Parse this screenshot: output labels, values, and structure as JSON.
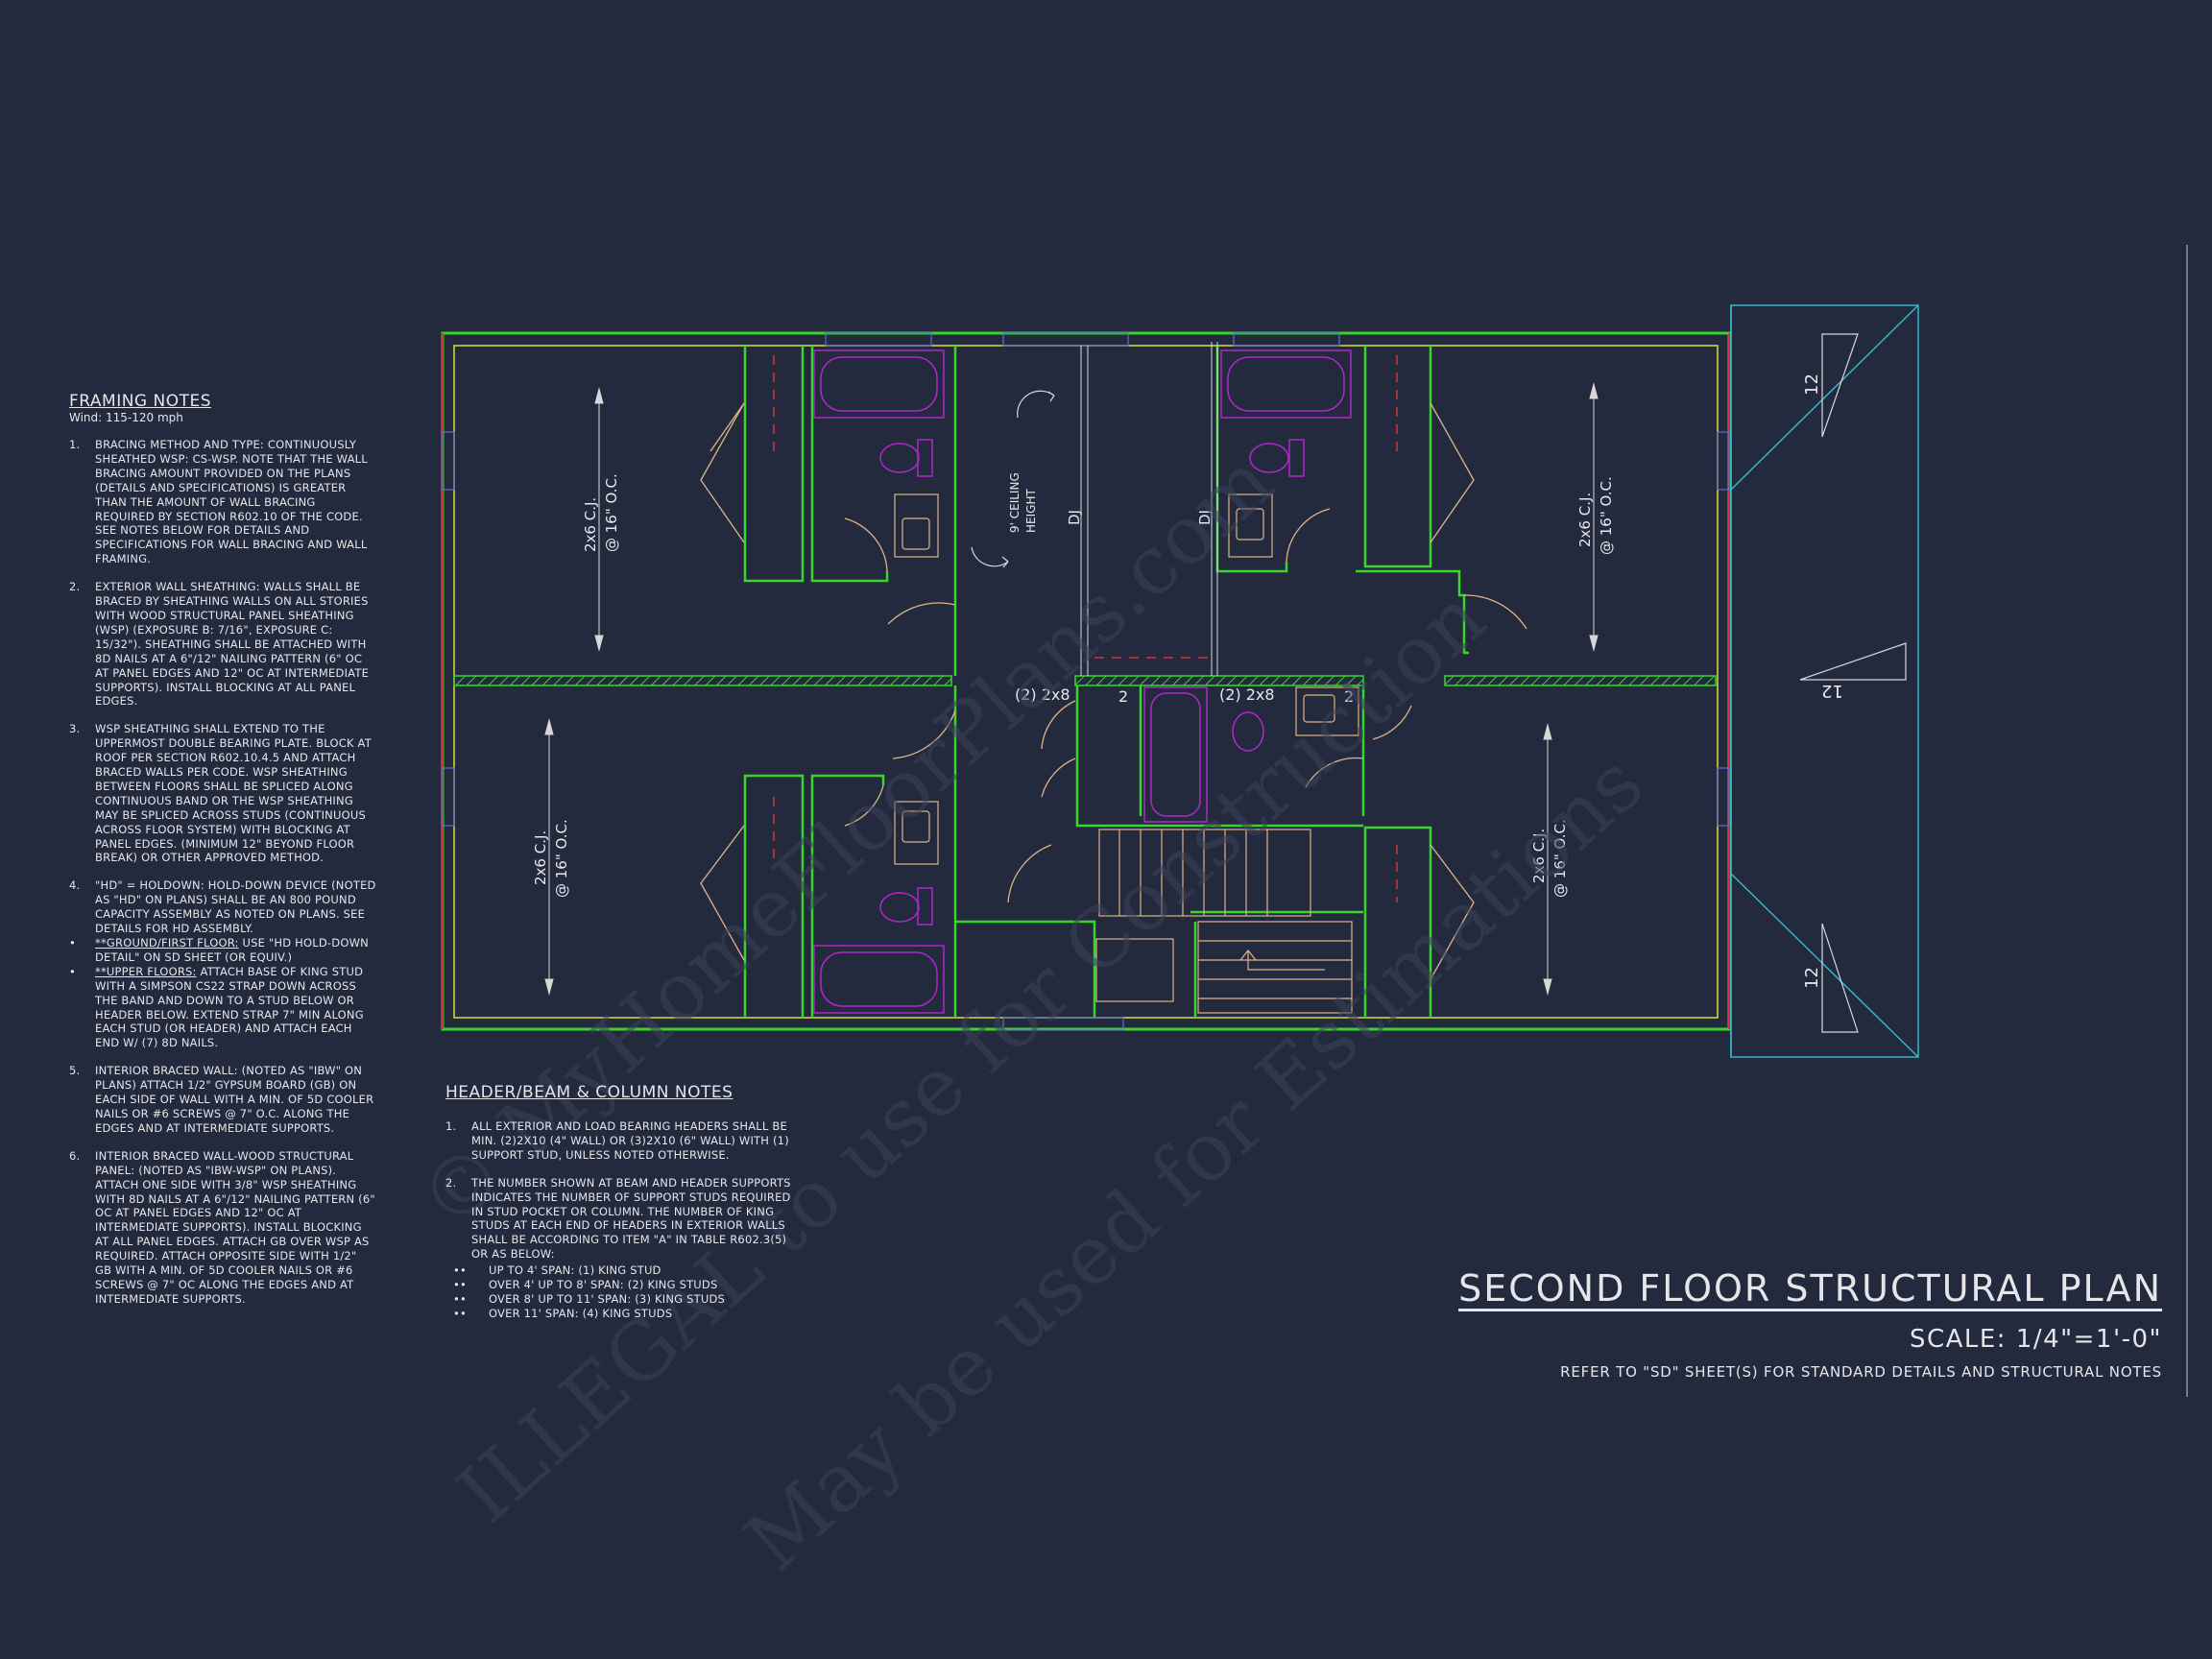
{
  "framing_notes": {
    "title": "FRAMING NOTES",
    "wind": "Wind: 115-120 mph",
    "items": [
      {
        "num": "1.",
        "text": "BRACING METHOD AND TYPE: CONTINUOUSLY SHEATHED WSP: CS-WSP. NOTE THAT THE WALL BRACING AMOUNT PROVIDED ON THE PLANS (DETAILS AND SPECIFICATIONS) IS GREATER THAN THE AMOUNT OF WALL BRACING REQUIRED BY SECTION R602.10 OF THE CODE. SEE NOTES BELOW FOR DETAILS AND SPECIFICATIONS FOR WALL BRACING AND WALL FRAMING."
      },
      {
        "num": "2.",
        "text": "EXTERIOR WALL SHEATHING: WALLS SHALL BE BRACED BY SHEATHING WALLS ON ALL STORIES WITH WOOD STRUCTURAL PANEL SHEATHING (WSP) (EXPOSURE B: 7/16\", EXPOSURE C: 15/32\"). SHEATHING SHALL BE ATTACHED WITH 8d NAILS AT A 6\"/12\" NAILING PATTERN (6\" OC AT PANEL EDGES AND 12\" OC AT INTERMEDIATE SUPPORTS). INSTALL BLOCKING AT ALL PANEL EDGES."
      },
      {
        "num": "3.",
        "text": "WSP SHEATHING SHALL EXTEND TO THE UPPERMOST DOUBLE BEARING PLATE. BLOCK AT ROOF PER SECTION R602.10.4.5 AND ATTACH BRACED WALLS PER CODE. WSP SHEATHING BETWEEN FLOORS SHALL BE SPLICED ALONG CONTINUOUS BAND OR THE WSP SHEATHING MAY BE SPLICED ACROSS STUDS (CONTINUOUS ACROSS FLOOR SYSTEM) WITH BLOCKING AT PANEL EDGES. (MINIMUM 12\" BEYOND FLOOR BREAK) OR OTHER APPROVED METHOD."
      },
      {
        "num": "4.",
        "text": "\"HD\" = HOLDOWN: HOLD-DOWN DEVICE (NOTED AS \"HD\" ON PLANS) SHALL BE AN 800 POUND CAPACITY ASSEMBLY AS NOTED ON PLANS. SEE DETAILS FOR HD ASSEMBLY."
      }
    ],
    "bullets": [
      {
        "label": "**GROUND/FIRST FLOOR:",
        "text": " USE \"HD HOLD-DOWN DETAIL\" ON SD SHEET (OR EQUIV.)"
      },
      {
        "label": "**UPPER FLOORS:",
        "text": " ATTACH BASE OF KING STUD WITH A SIMPSON CS22 STRAP DOWN ACROSS THE BAND AND DOWN TO A STUD BELOW OR HEADER BELOW. EXTEND STRAP 7\" MIN ALONG EACH STUD (OR HEADER) AND ATTACH EACH END W/ (7) 8d NAILS."
      }
    ],
    "items2": [
      {
        "num": "5.",
        "text": "INTERIOR BRACED WALL: (NOTED AS \"IBW\" ON PLANS) ATTACH 1/2\" GYPSUM BOARD (GB) ON EACH SIDE OF WALL WITH A MIN. OF 5d COOLER NAILS OR #6 SCREWS @ 7\" O.C. ALONG THE EDGES AND AT INTERMEDIATE SUPPORTS."
      },
      {
        "num": "6.",
        "text": "INTERIOR BRACED WALL-WOOD STRUCTURAL PANEL: (NOTED AS \"IBW-WSP\" ON PLANS). ATTACH ONE SIDE WITH 3/8\" WSP SHEATHING WITH 8d NAILS AT A 6\"/12\" NAILING PATTERN (6\" OC AT PANEL EDGES AND 12\" OC AT INTERMEDIATE SUPPORTS). INSTALL BLOCKING AT ALL PANEL EDGES. ATTACH GB OVER WSP AS REQUIRED. ATTACH OPPOSITE SIDE WITH 1/2\" GB WITH A MIN. OF 5d COOLER NAILS OR #6 SCREWS @ 7\" OC ALONG THE EDGES AND AT INTERMEDIATE SUPPORTS."
      }
    ]
  },
  "header_notes": {
    "title": "HEADER/BEAM & COLUMN NOTES",
    "items": [
      {
        "num": "1.",
        "text": "ALL EXTERIOR AND LOAD BEARING HEADERS SHALL BE MIN. (2)2x10 (4\" WALL) OR (3)2x10 (6\" WALL) WITH (1) SUPPORT STUD, UNLESS NOTED OTHERWISE."
      },
      {
        "num": "2.",
        "text": "THE NUMBER SHOWN AT BEAM AND HEADER SUPPORTS INDICATES THE NUMBER OF SUPPORT STUDS REQUIRED IN STUD POCKET OR COLUMN. THE NUMBER OF KING STUDS AT EACH END OF HEADERS IN EXTERIOR WALLS SHALL BE ACCORDING TO ITEM \"a\" IN TABLE R602.3(5) OR AS BELOW:"
      }
    ],
    "bullets": [
      "UP TO 4' SPAN: (1) KING STUD",
      "OVER 4' UP TO 8' SPAN: (2) KING STUDS",
      "OVER 8' UP TO 11' SPAN: (3) KING STUDS",
      "OVER 11' SPAN: (4) KING STUDS"
    ]
  },
  "plan_labels": {
    "cj_top_left": "2x6 C.J.",
    "oc_top_left": "@ 16\" O.C.",
    "cj_top_right": "2x6 C.J.",
    "oc_top_right": "@ 16\" O.C.",
    "cj_bottom_left": "2x6 C.J.",
    "oc_bottom_left": "@ 16\" O.C.",
    "cj_bottom_right": "2x6 C.J.",
    "oc_bottom_right": "@ 16\" O.C.",
    "ceiling_1": "9' CEILING",
    "ceiling_2": "HEIGHT",
    "dj_1": "DJ",
    "dj_2": "DJ",
    "header_1": "(2) 2x8",
    "header_2": "(2) 2x8",
    "stud_1": "2",
    "stud_2": "2",
    "pitch_top": "12",
    "pitch_mid": "12",
    "pitch_bottom": "12"
  },
  "title_block": {
    "title": "SECOND FLOOR STRUCTURAL PLAN",
    "scale": "SCALE: 1/4\"=1'-0\"",
    "refer": "REFER TO \"SD\" SHEET(S) FOR STANDARD DETAILS AND STRUCTURAL NOTES"
  },
  "watermark": {
    "line1": "© MyHomeFloorPlans.com",
    "line2": "ILLEGAL to use for Construction",
    "line3": "May be used for Estimations"
  },
  "colors": {
    "background": "#232a3d",
    "wall_outline": "#39d42c",
    "wall_inner": "#d8e03a",
    "fixture": "#b026c8",
    "door": "#e0b48a",
    "roof": "#34b7c8",
    "beam_red": "#d4323a"
  }
}
